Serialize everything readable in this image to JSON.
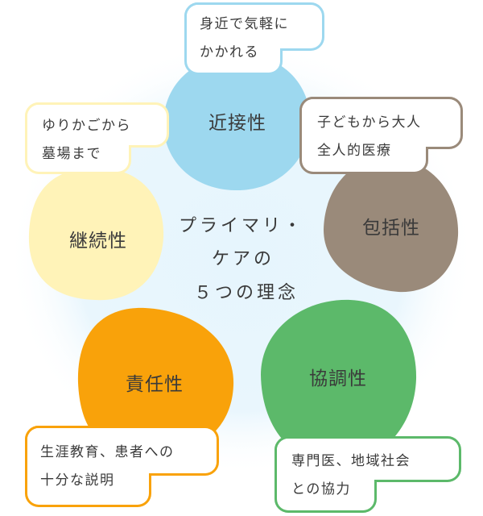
{
  "title": {
    "lines": [
      "プライマリ・",
      "ケアの",
      "５つの理念"
    ]
  },
  "colors": {
    "glow": "#e6f5fd",
    "text": "#3a3a3a"
  },
  "principles": [
    {
      "id": "accessibility",
      "name": "近接性",
      "lines": [
        "身近で気軽に",
        "かかれる"
      ],
      "color": "#9dd8ef"
    },
    {
      "id": "comprehensiveness",
      "name": "包括性",
      "lines": [
        "子どもから大人",
        "全人的医療"
      ],
      "color": "#9a8a7a"
    },
    {
      "id": "coordination",
      "name": "協調性",
      "lines": [
        "専門医、地域社会",
        "との協力"
      ],
      "color": "#5cb96a"
    },
    {
      "id": "accountability",
      "name": "責任性",
      "lines": [
        "生涯教育、患者への",
        "十分な説明"
      ],
      "color": "#f9a20a"
    },
    {
      "id": "continuity",
      "name": "継続性",
      "lines": [
        "ゆりかごから",
        "墓場まで"
      ],
      "color": "#fff3b8"
    }
  ]
}
